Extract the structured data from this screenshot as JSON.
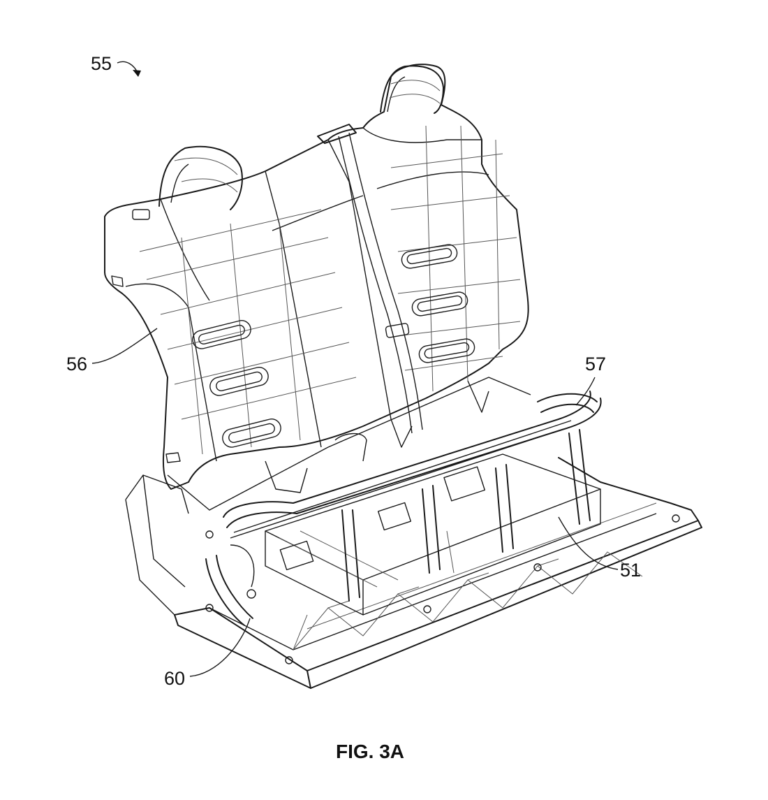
{
  "figure": {
    "caption": "FIG. 3A",
    "references": [
      {
        "id": "55",
        "label": "55"
      },
      {
        "id": "56",
        "label": "56"
      },
      {
        "id": "57",
        "label": "57"
      },
      {
        "id": "51",
        "label": "51"
      },
      {
        "id": "60",
        "label": "60"
      }
    ]
  }
}
